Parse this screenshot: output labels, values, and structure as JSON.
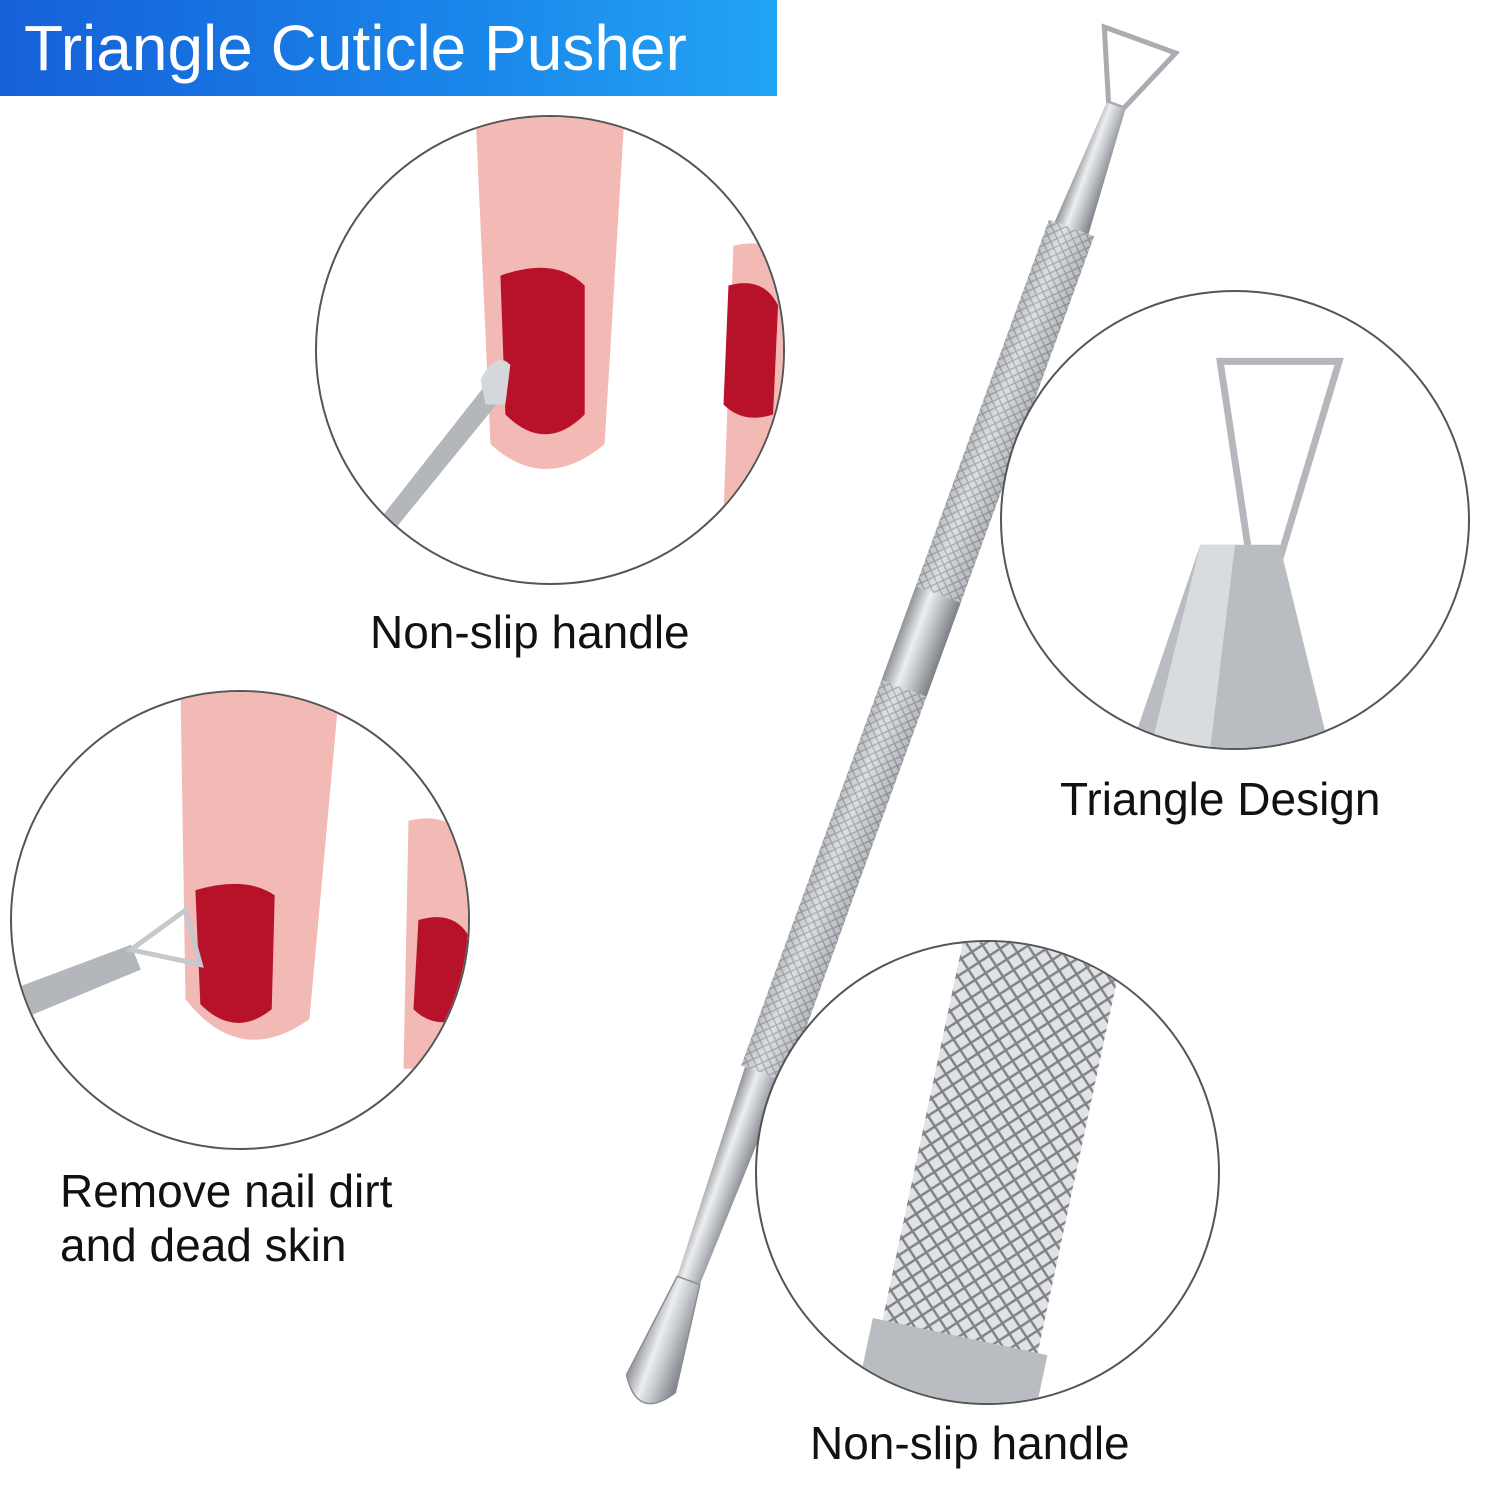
{
  "banner": {
    "title": "Triangle Cuticle Pusher"
  },
  "labels": {
    "top_left": "Non-slip handle",
    "right_middle": "Triangle Design",
    "bottom_left_line1": "Remove nail dirt",
    "bottom_left_line2": "and dead skin",
    "bottom_right": "Non-slip handle"
  },
  "colors": {
    "banner_blue": "#1a7fe6",
    "steel": "#c9cbce",
    "nail_red": "#b8122a",
    "skin": "#f3b9b4"
  }
}
